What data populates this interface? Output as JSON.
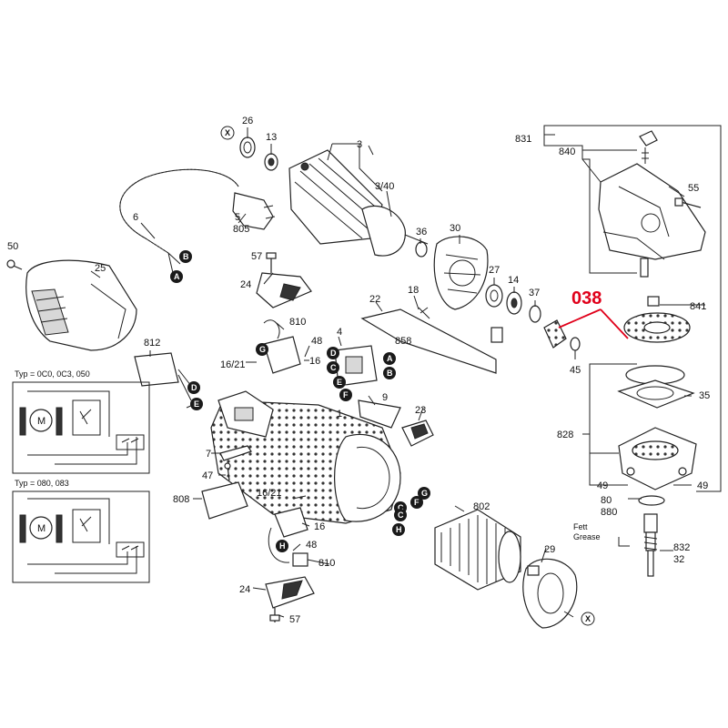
{
  "highlight": {
    "label": "038",
    "color": "#e0001a"
  },
  "parts": {
    "p1": "1",
    "p3": "3",
    "p3_40": "3/40",
    "p5": "5",
    "p6": "6",
    "p7": "7",
    "p9": "9",
    "p13": "13",
    "p14": "14",
    "p16a": "16",
    "p16b": "16",
    "p16_21a": "16/21",
    "p16_21b": "16/21",
    "p18": "18",
    "p22": "22",
    "p23": "23",
    "p24a": "24",
    "p24b": "24",
    "p25": "25",
    "p26": "26",
    "p27": "27",
    "p29": "29",
    "p30": "30",
    "p32": "32",
    "p35": "35",
    "p36": "36",
    "p37": "37",
    "p45": "45",
    "p47": "47",
    "p48a": "48",
    "p48b": "48",
    "p49a": "49",
    "p49b": "49",
    "p50": "50",
    "p55": "55",
    "p57a": "57",
    "p57b": "57",
    "p80": "80",
    "p802": "802",
    "p805": "805",
    "p808": "808",
    "p810a": "810",
    "p810b": "810",
    "p812": "812",
    "p828": "828",
    "p831": "831",
    "p832": "832",
    "p840": "840",
    "p841": "841",
    "p858": "858",
    "p880": "880",
    "p4": "4"
  },
  "types": {
    "upper": "Typ = 0C0, 0C3, 050",
    "lower": "Typ = 080, 083"
  },
  "motor_symbol": "M",
  "grease": {
    "de": "Fett",
    "en": "Grease"
  },
  "badges": {
    "a": "A",
    "b": "B",
    "c": "C",
    "d": "D",
    "e": "E",
    "f": "F",
    "g": "G",
    "h": "H",
    "x": "X"
  },
  "colors": {
    "ink": "#222222",
    "highlight": "#e0001a",
    "badge": "#1a1a1a"
  }
}
